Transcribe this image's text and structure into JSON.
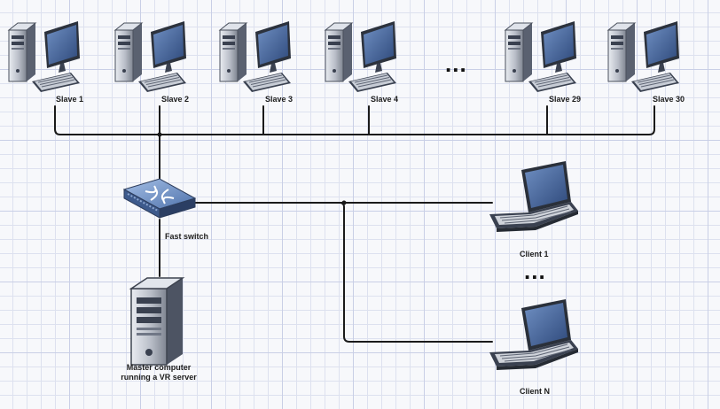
{
  "nodes": {
    "slave1": {
      "label": "Slave 1",
      "icon": "desktop-computer-icon"
    },
    "slave2": {
      "label": "Slave 2",
      "icon": "desktop-computer-icon"
    },
    "slave3": {
      "label": "Slave 3",
      "icon": "desktop-computer-icon"
    },
    "slave4": {
      "label": "Slave 4",
      "icon": "desktop-computer-icon"
    },
    "slave29": {
      "label": "Slave 29",
      "icon": "desktop-computer-icon"
    },
    "slave30": {
      "label": "Slave 30",
      "icon": "desktop-computer-icon"
    },
    "switch": {
      "label": "Fast switch",
      "icon": "network-switch-icon"
    },
    "master": {
      "label_line1": "Master computer",
      "label_line2": "running a VR server",
      "icon": "server-tower-icon"
    },
    "client1": {
      "label": "Client 1",
      "icon": "laptop-icon"
    },
    "clientN": {
      "label": "Client N",
      "icon": "laptop-icon"
    }
  },
  "ellipsis": {
    "slaves": "...",
    "clients": "..."
  },
  "colors": {
    "connection_line": "#1a1a1a",
    "device_dark": "#3a4150",
    "device_light": "#c4c9d2",
    "screen_blue": "#3f5f94",
    "switch_blue": "#5f84bd"
  }
}
